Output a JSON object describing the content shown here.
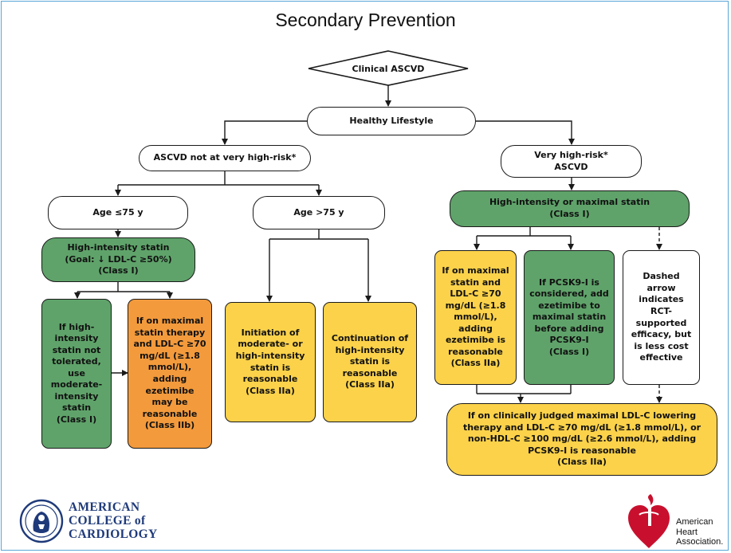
{
  "title": "Secondary Prevention",
  "nodes": {
    "clinical_ascvd": "Clinical ASCVD",
    "healthy_lifestyle": "Healthy Lifestyle",
    "not_very_high_risk": "ASCVD not at very high-risk*",
    "very_high_risk": [
      "Very high-risk*",
      "ASCVD"
    ],
    "age_le75": "Age ≤75 y",
    "age_gt75": "Age >75 y",
    "high_intensity_statin": [
      "High-intensity statin",
      "(Goal: ↓ LDL-C ≥50%)",
      "(Class I)"
    ],
    "high_or_max_statin": [
      "High-intensity or maximal statin",
      "(Class I)"
    ],
    "not_tolerated": [
      "If high-",
      "intensity",
      "statin not",
      "tolerated,",
      "use",
      "moderate-",
      "intensity",
      "statin",
      "(Class I)"
    ],
    "maximal_therapy_ezetimibe": [
      "If on maximal",
      "statin therapy",
      "and LDL-C ≥70",
      "mg/dL (≥1.8",
      "mmol/L),",
      "adding",
      "ezetimibe",
      "may be",
      "reasonable",
      "(Class IIb)"
    ],
    "initiation_moderate": [
      "Initiation of",
      "moderate- or",
      "high-intensity",
      "statin is",
      "reasonable",
      "(Class IIa)"
    ],
    "continuation_high": [
      "Continuation of",
      "high-intensity",
      "statin is",
      "reasonable",
      "(Class IIa)"
    ],
    "maximal_statin_ezetimibe": [
      "If on maximal",
      "statin and",
      "LDL-C ≥70",
      "mg/dL (≥1.8",
      "mmol/L),",
      "adding",
      "ezetimibe is",
      "reasonable",
      "(Class IIa)"
    ],
    "pcsk9_considered": [
      "If PCSK9-I is",
      "considered, add",
      "ezetimibe to",
      "maximal statin",
      "before adding",
      "PCSK9-I",
      "(Class I)"
    ],
    "dashed_note": [
      "Dashed",
      "arrow",
      "indicates",
      "RCT-",
      "supported",
      "efficacy, but",
      "is less cost",
      "effective"
    ],
    "pcsk9_final": [
      "If on clinically judged maximal LDL-C lowering",
      "therapy and LDL-C ≥70 mg/dL (≥1.8 mmol/L), or",
      "non-HDL-C ≥100 mg/dL (≥2.6 mmol/L), adding",
      "PCSK9-I is reasonable",
      "(Class IIa)"
    ]
  },
  "logos": {
    "acc": [
      "AMERICAN",
      "COLLEGE of",
      "CARDIOLOGY"
    ],
    "aha": [
      "American",
      "Heart",
      "Association."
    ]
  },
  "colors": {
    "green": "#5fa36a",
    "yellow": "#fbd24a",
    "orange": "#f39a3c",
    "acc_blue": "#1f3a7a",
    "aha_red": "#c8102e"
  }
}
